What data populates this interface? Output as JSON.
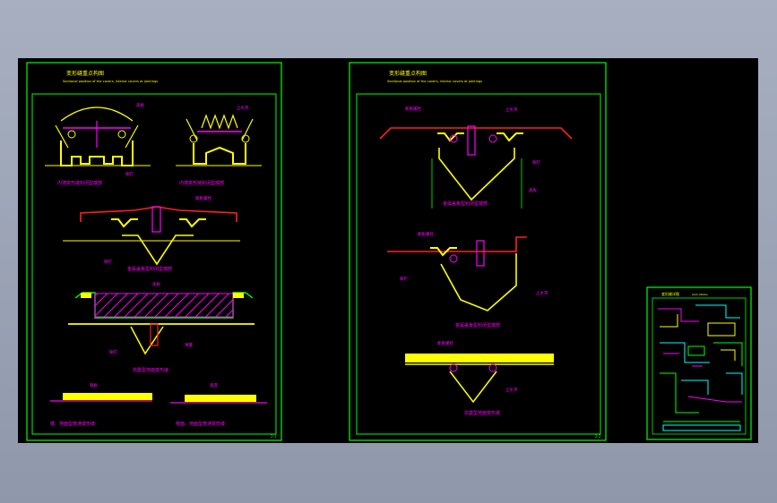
{
  "sheet1": {
    "title": "变形缝重点构图",
    "subtitle": "Sectional position of the covers, interior covers at jointings",
    "page_no": "2-1",
    "detail_a_label": "内墙变形缝封闭型端部",
    "detail_b_label": "内墙变形缝封闭型端部",
    "detail_c_label": "金属盖板型封闭型端部",
    "detail_d_label": "抗震型地面变形缝",
    "detail_e_label": "楼、地面型普通变形缝",
    "detail_f_label": "楼面、地面型普通变形缝",
    "note_bolt": "膨胀螺栓",
    "note_rivet": "铆钉",
    "note_cover": "盖板",
    "note_water": "止水带",
    "note_base": "基座",
    "note_spring": "弹簧",
    "note_plate": "钢板"
  },
  "sheet2": {
    "title": "变形缝重点构图",
    "subtitle": "Sectional position of the covers, interior covers at jointings",
    "page_no": "2-2",
    "detail_a_label": "金属盖板型封闭型端部",
    "detail_b_label": "金属盖板型封闭型端部",
    "detail_c_label": "抗震型地面变形缝",
    "note_bolt": "膨胀螺栓",
    "note_water": "止水带",
    "note_rivet": "铆钉",
    "note_cover": "盖板"
  },
  "sheet3": {
    "title": "变形缝详图",
    "subtitle": "joint details"
  },
  "colors": {
    "frame": "#00ff00",
    "title": "#ffff00",
    "label": "#ff00ff",
    "cover": "#ff2020",
    "fill": "#ffff00",
    "annot": "#00ffff"
  }
}
